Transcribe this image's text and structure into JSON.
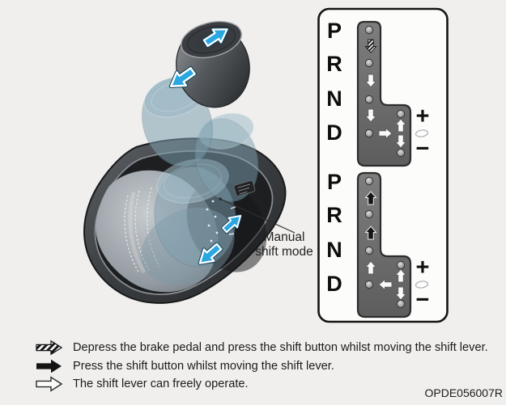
{
  "figure": {
    "code": "OPDE056007R",
    "callout": {
      "line1": "Manual",
      "line2": "shift mode"
    }
  },
  "shift_panel": {
    "downshift_gate": {
      "positions": [
        "P",
        "R",
        "N",
        "D"
      ],
      "plus": "+",
      "minus": "−"
    },
    "upshift_gate": {
      "positions": [
        "P",
        "R",
        "N",
        "D"
      ],
      "plus": "+",
      "minus": "−"
    }
  },
  "legend": {
    "items": [
      {
        "icon": "brake-and-button-arrow-icon",
        "text": "Depress the brake pedal and press the shift button whilst moving the shift lever."
      },
      {
        "icon": "button-arrow-icon",
        "text": "Press the shift button whilst moving the shift lever."
      },
      {
        "icon": "free-arrow-icon",
        "text": "The shift lever can freely operate."
      }
    ]
  },
  "colors": {
    "page_background": "#f0efed",
    "panel_background": "#fcfcfb",
    "panel_border": "#151515",
    "gate_gray": "#6b6b6b",
    "arrow_blue": "#2aa7e1",
    "ghost_lever_blue": "#7fa0b0"
  }
}
